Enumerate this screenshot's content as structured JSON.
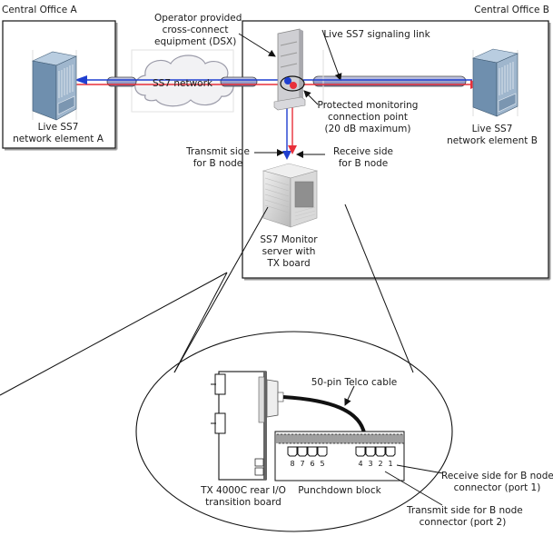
{
  "offices": {
    "a": {
      "title": "Central Office A"
    },
    "b": {
      "title": "Central Office B"
    }
  },
  "labels": {
    "dsx": "Operator provided\ncross-connect\nequipment (DSX)",
    "ss7_network": "SS7 network",
    "live_link": "Live SS7 signaling link",
    "element_a": "Live SS7\nnetwork element A",
    "element_b": "Live SS7\nnetwork element B",
    "protected_point": "Protected monitoring\nconnection point\n(20 dB maximum)",
    "transmit_side": "Transmit side\nfor B node",
    "receive_side": "Receive side\nfor B node",
    "monitor_server": "SS7 Monitor\nserver with\nTX board",
    "telco_cable": "50-pin Telco cable",
    "transition_board": "TX 4000C rear I/O\ntransition board",
    "punchdown_block": "Punchdown block",
    "receive_port": "Receive side for B node\nconnector (port 1)",
    "transmit_port": "Transmit side for B node\nconnector (port 2)"
  },
  "punchdown_ports_left": [
    "8",
    "7",
    "6",
    "5"
  ],
  "punchdown_ports_right": [
    "4",
    "3",
    "2",
    "1"
  ],
  "colors": {
    "transmit": "#1f3fd0",
    "receive": "#e8303a",
    "cable": "#9aa0c8",
    "server": "#6f8fae"
  }
}
